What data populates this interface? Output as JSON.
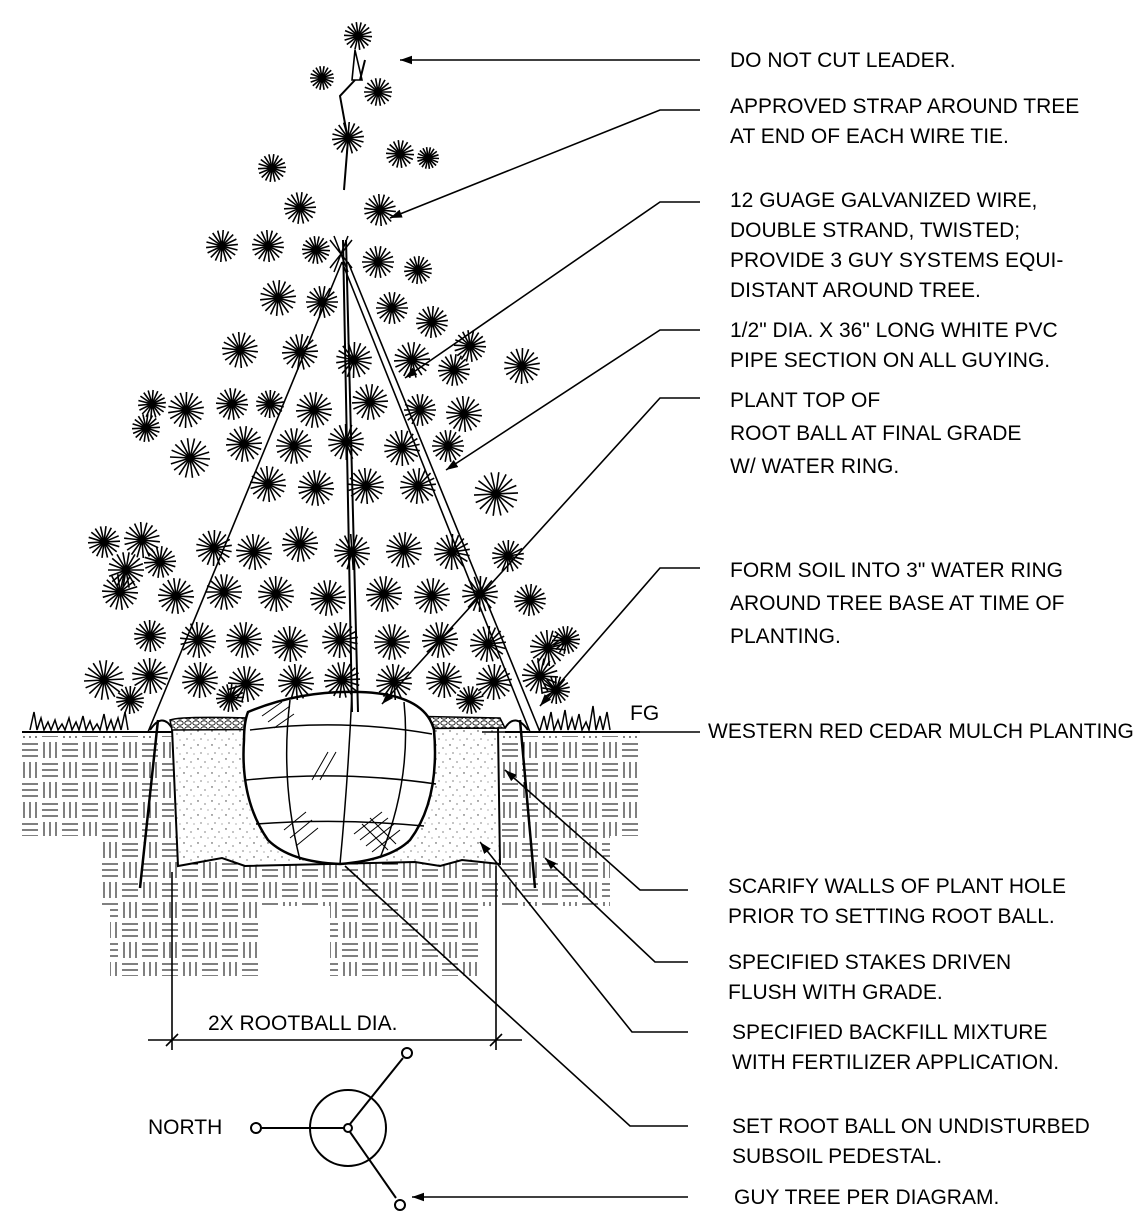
{
  "notes": [
    {
      "id": "leader",
      "lines": [
        "DO NOT CUT LEADER."
      ]
    },
    {
      "id": "strap",
      "lines": [
        "APPROVED STRAP AROUND TREE",
        "AT END OF EACH WIRE TIE."
      ]
    },
    {
      "id": "wire",
      "lines": [
        "12 GUAGE GALVANIZED WIRE,",
        "DOUBLE STRAND, TWISTED;",
        "PROVIDE 3 GUY SYSTEMS EQUI-",
        "DISTANT AROUND TREE."
      ]
    },
    {
      "id": "pvc",
      "lines": [
        "1/2\" DIA. X  36\" LONG WHITE PVC",
        "PIPE SECTION ON ALL GUYING."
      ]
    },
    {
      "id": "plant-top",
      "lines": [
        "PLANT TOP OF",
        "ROOT BALL AT FINAL GRADE",
        "W/ WATER RING."
      ]
    },
    {
      "id": "water-ring",
      "lines": [
        "FORM SOIL INTO 3\" WATER RING",
        "AROUND TREE BASE AT TIME OF",
        "PLANTING."
      ]
    },
    {
      "id": "mulch",
      "lines": [
        "WESTERN RED CEDAR MULCH PLANTING"
      ]
    },
    {
      "id": "scarify",
      "lines": [
        "SCARIFY WALLS OF PLANT HOLE",
        "PRIOR TO SETTING ROOT BALL."
      ]
    },
    {
      "id": "stakes",
      "lines": [
        "SPECIFIED STAKES DRIVEN",
        "FLUSH WITH GRADE."
      ]
    },
    {
      "id": "backfill",
      "lines": [
        "SPECIFIED BACKFILL MIXTURE",
        "WITH FERTILIZER APPLICATION."
      ]
    },
    {
      "id": "pedestal",
      "lines": [
        "SET ROOT BALL ON UNDISTURBED",
        "SUBSOIL PEDESTAL."
      ]
    },
    {
      "id": "guy",
      "lines": [
        "GUY TREE PER DIAGRAM."
      ]
    }
  ],
  "labels": {
    "fg": "FG",
    "rootball_dim": "2X ROOTBALL DIA.",
    "north": "NORTH"
  }
}
